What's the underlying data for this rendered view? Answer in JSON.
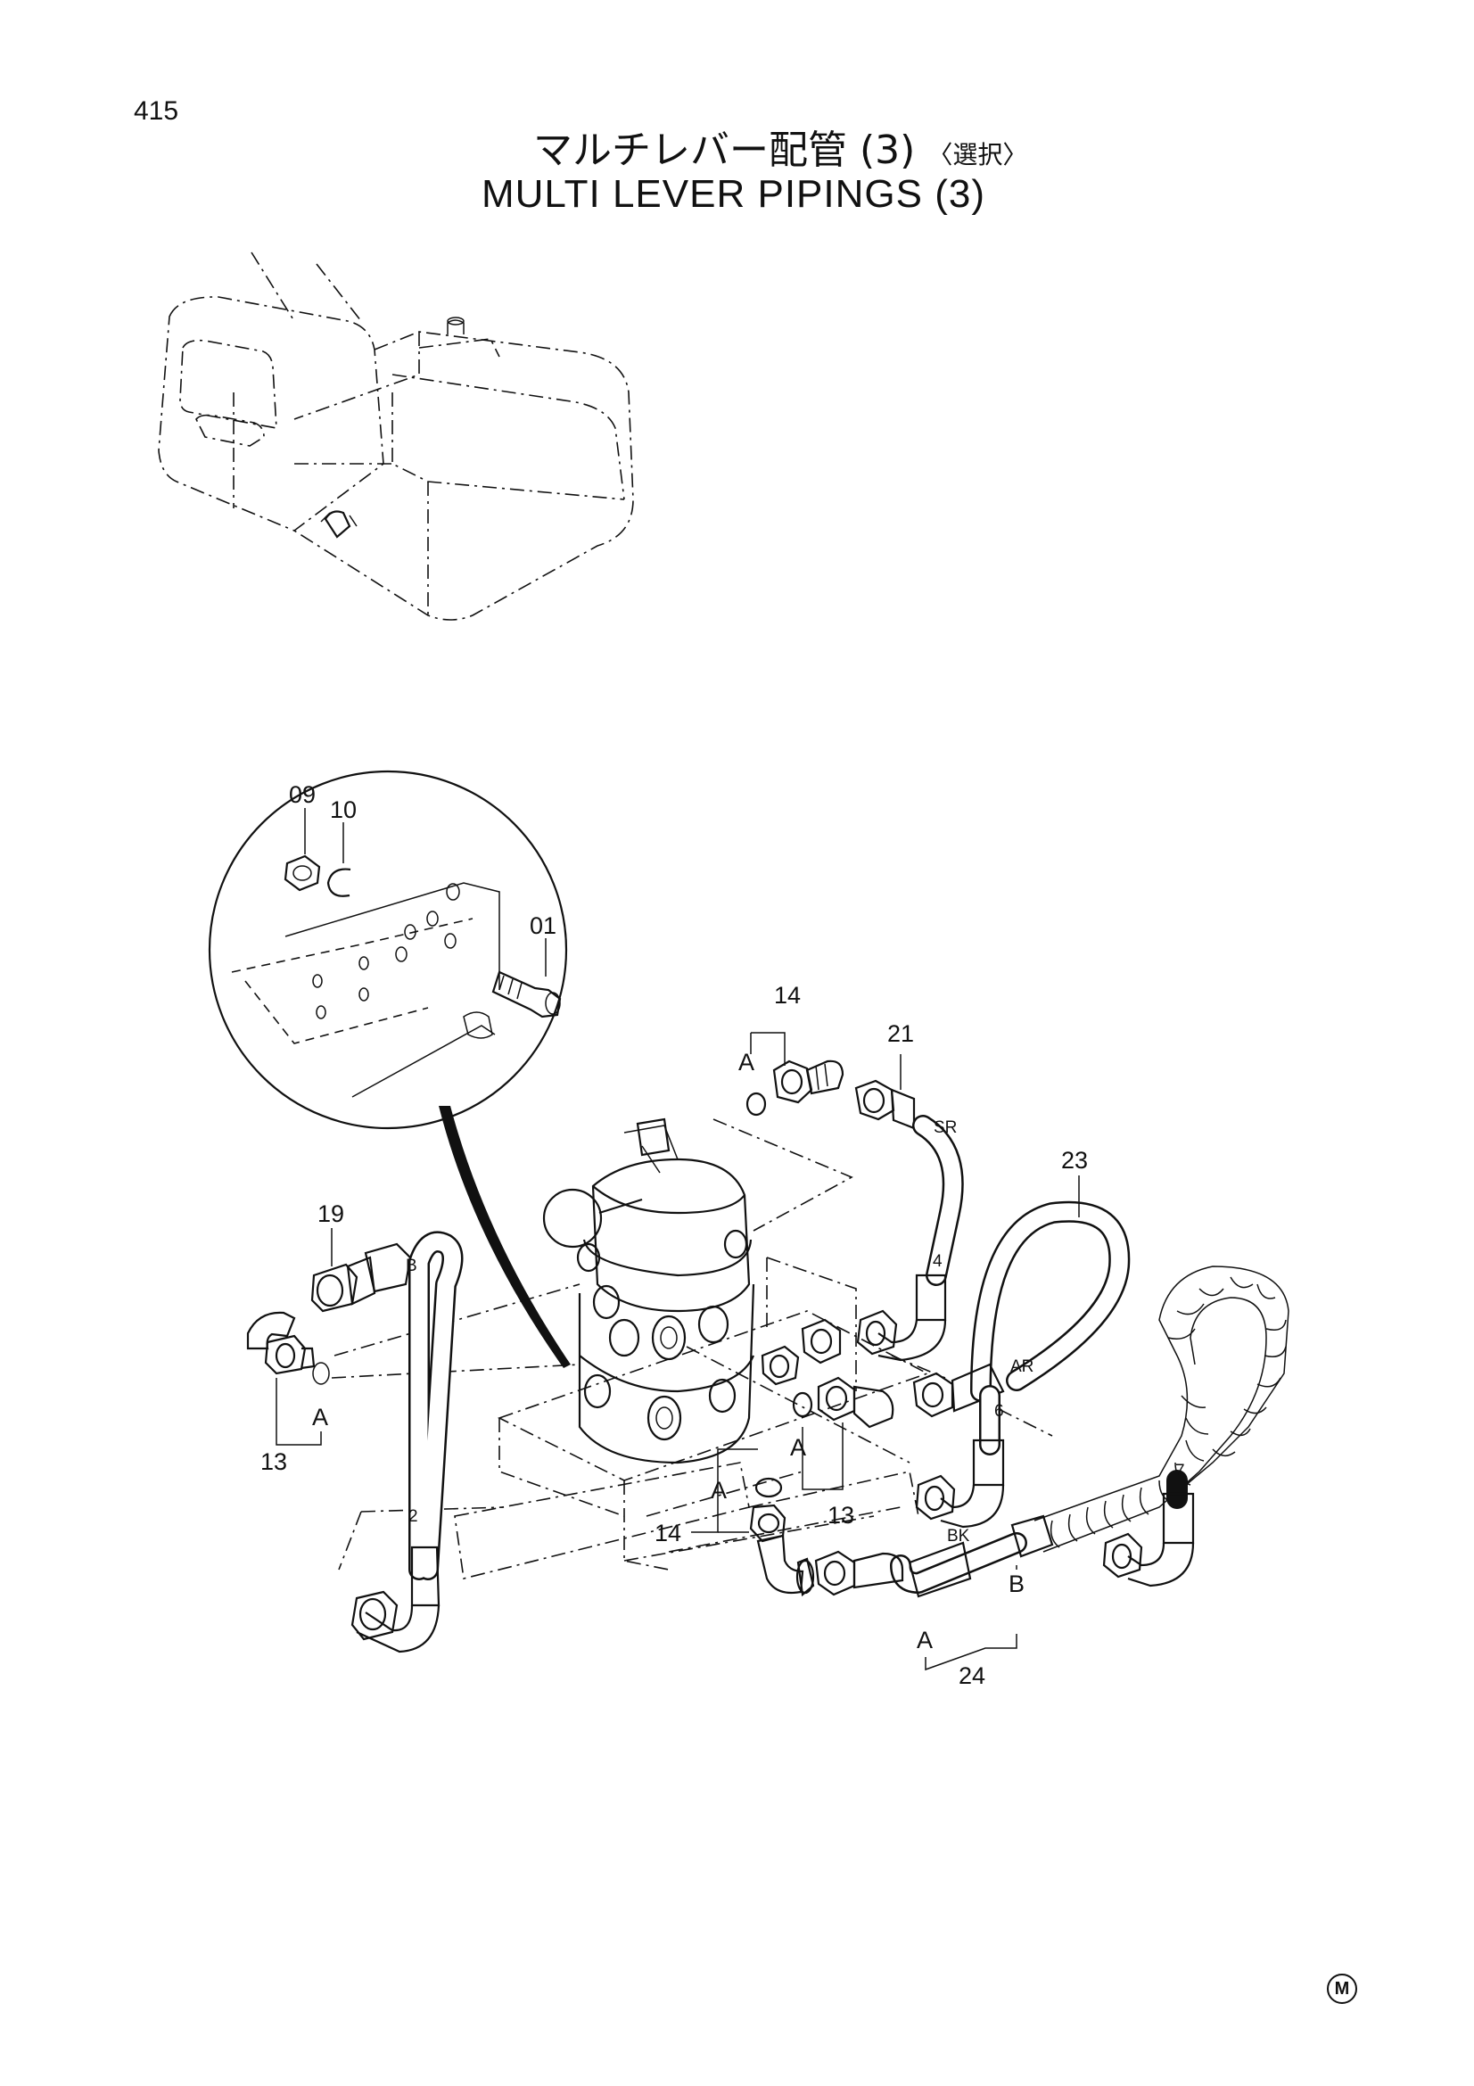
{
  "header": {
    "page_number": "415",
    "title_jp": "マルチレバー配管 (3)",
    "title_jp_selection": "〈選択〉",
    "title_en": "MULTI LEVER PIPINGS (3)"
  },
  "callouts": {
    "p09": "09",
    "p10": "10",
    "p01": "01",
    "p14_top": "14",
    "p21": "21",
    "p23": "23",
    "p19": "19",
    "p13_left": "13",
    "p13_right": "13",
    "p14_bottom": "14",
    "p24": "24",
    "hose_2": "2",
    "hose_4": "4",
    "hose_6": "6",
    "hose_7": "7"
  },
  "ends": {
    "a_top": "A",
    "a_left": "A",
    "a_mid": "A",
    "a_bottom": "A",
    "a_24": "A",
    "b_left": "B",
    "b_24": "B"
  },
  "ports": {
    "sr": "SR",
    "ar": "AR",
    "bk": "BK"
  },
  "footer": {
    "mark": "M"
  }
}
